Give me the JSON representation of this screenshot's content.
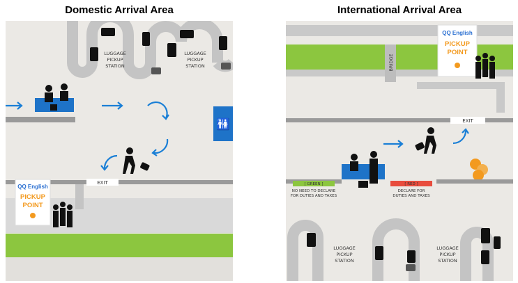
{
  "domestic": {
    "title": "Domestic Arrival Area",
    "luggage_label_1": "LUGGAGE",
    "luggage_label_2": "PICKUP",
    "luggage_label_3": "STATION",
    "exit_label": "EXIT",
    "pickup_logo": "QQ English",
    "pickup_line1": "PICKUP",
    "pickup_line2": "POINT"
  },
  "international": {
    "title": "International Arrival Area",
    "bridge_label": "BRIDGE",
    "pickup_logo": "QQ English",
    "pickup_line1": "PICKUP",
    "pickup_line2": "POINT",
    "exit_label": "EXIT",
    "green_lane": "[ GREEN ]",
    "green_desc_1": "NO NEED TO DECLARE",
    "green_desc_2": "FOR DUTIES AND TAXES",
    "red_lane": "[ RED ]",
    "red_desc_1": "DECLARE FOR",
    "red_desc_2": "DUTIES AND TAXES",
    "luggage_label_1": "LUGGAGE",
    "luggage_label_2": "PICKUP",
    "luggage_label_3": "STATION"
  },
  "colors": {
    "floor": "#ebe9e5",
    "road": "#c9c9c9",
    "green": "#8cc63f",
    "blue": "#1e73c8",
    "arrow": "#1a7fd6",
    "orange": "#f39a1f",
    "brand": "#2a6fd1",
    "wall": "#9a9a9a"
  }
}
